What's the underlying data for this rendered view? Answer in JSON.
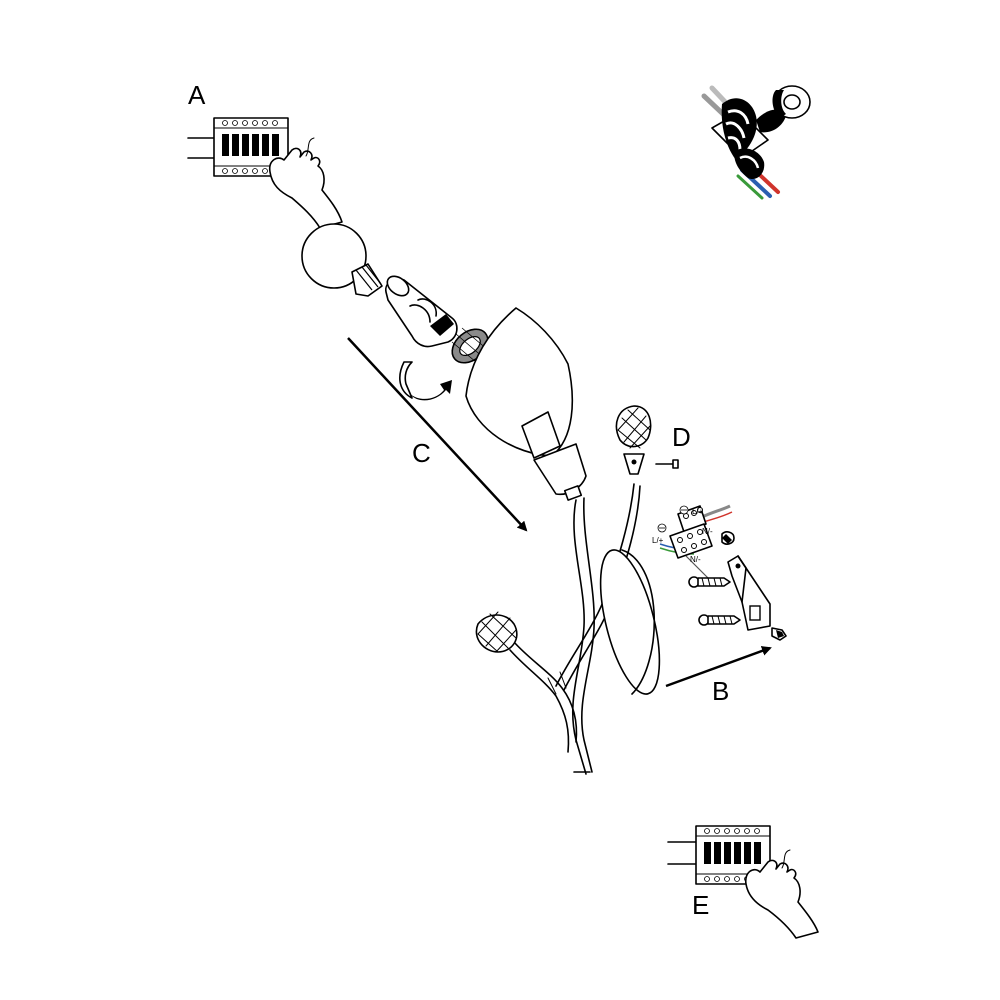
{
  "labels": {
    "step_a": "A",
    "step_b": "B",
    "step_c": "C",
    "step_d": "D",
    "step_e": "E",
    "wire_live_top": "L/+",
    "wire_neutral_top": "N/-",
    "wire_live_bottom": "L/+",
    "wire_neutral_bottom": "N/-"
  },
  "icons": {
    "breaker_off": "circuit-breaker-icon",
    "breaker_on": "circuit-breaker-icon",
    "hand": "hand-icon",
    "bulb": "light-bulb-icon",
    "socket": "lamp-socket-icon",
    "ring": "threaded-ring-icon",
    "rotate": "rotate-arrow-icon",
    "tape": "insulating-tape-icon",
    "screw": "screw-icon",
    "ground": "earth-ground-icon"
  },
  "colors": {
    "line": "#000000",
    "wire_red": "#d0342c",
    "wire_blue": "#2a5fb0",
    "wire_green": "#3a9a3a",
    "ring_gray": "#8a8a8a"
  }
}
